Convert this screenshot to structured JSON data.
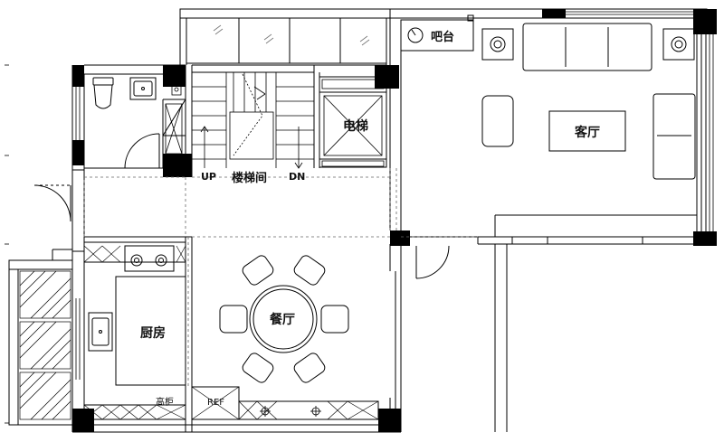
{
  "rooms": {
    "bar": "吧台",
    "elevator": "电梯",
    "stairs": "楼梯间",
    "up": "UP",
    "down": "DN",
    "living": "客厅",
    "dining": "餐厅",
    "kitchen": "厨房",
    "tall_cabinet": "高柜",
    "ref": "REF"
  },
  "colors": {
    "line": "#000000",
    "wall_fill": "#000000",
    "dash": "#555555",
    "furniture": "#222222"
  },
  "icons": [
    "wall-column",
    "door-swing",
    "stove-burner",
    "sink",
    "toilet",
    "dining-chair",
    "sofa",
    "air-conditioner",
    "elevator-car",
    "window"
  ]
}
